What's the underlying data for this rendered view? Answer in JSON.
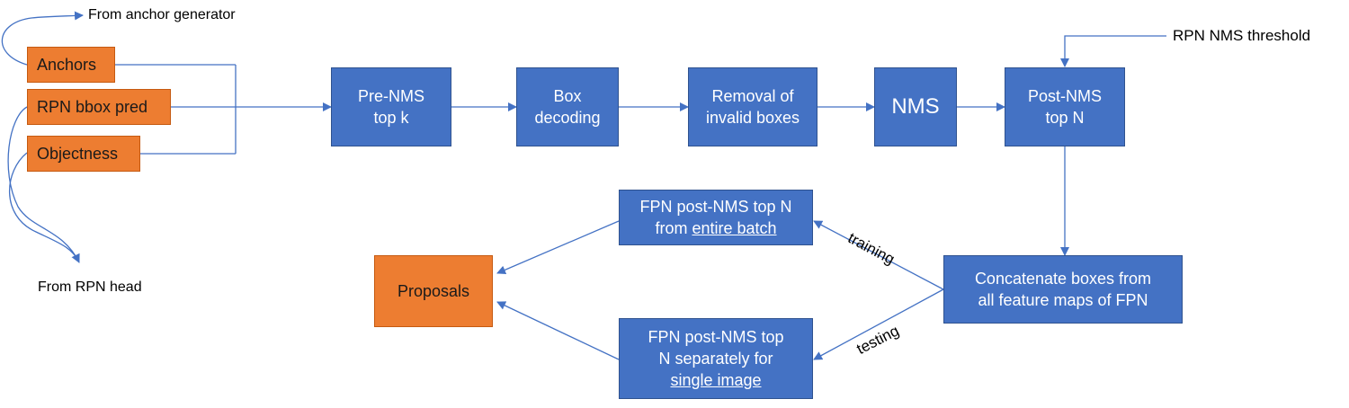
{
  "inputs": {
    "anchors": "Anchors",
    "rpn_bbox_pred": "RPN bbox pred",
    "objectness": "Objectness"
  },
  "sources": {
    "anchor_generator": "From anchor generator",
    "rpn_head": "From RPN head",
    "nms_threshold": "RPN NMS threshold"
  },
  "pipeline": {
    "pre_nms": [
      "Pre-NMS",
      "top k"
    ],
    "box_decoding": [
      "Box",
      "decoding"
    ],
    "removal": [
      "Removal of",
      "invalid boxes"
    ],
    "nms": "NMS",
    "post_nms": [
      "Post-NMS",
      "top N"
    ]
  },
  "concat": [
    "Concatenate boxes from",
    "all feature maps of FPN"
  ],
  "training_box": {
    "line1": "FPN post-NMS top N",
    "line2_prefix": "from ",
    "line2_underlined": "entire batch"
  },
  "testing_box": {
    "line1": "FPN post-NMS top",
    "line2": "N separately for",
    "line3_underlined": "single image"
  },
  "edge_labels": {
    "training": "training",
    "testing": "testing"
  },
  "output": "Proposals",
  "colors": {
    "process": "#4472c4",
    "input": "#ed7d31",
    "connector": "#4472c4"
  }
}
